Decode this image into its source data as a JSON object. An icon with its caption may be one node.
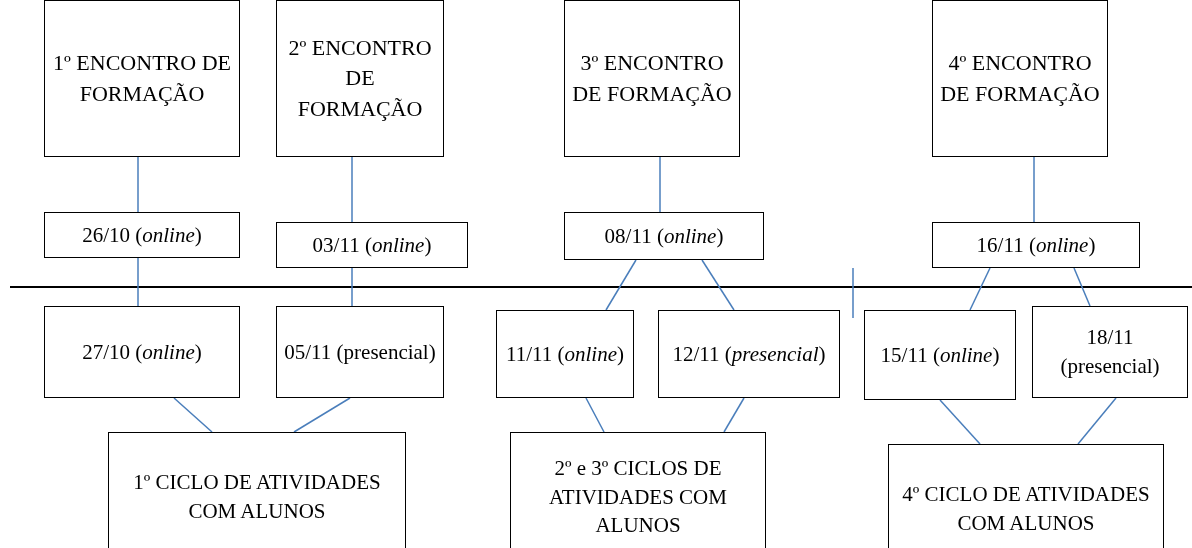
{
  "diagram": {
    "nodes": [
      {
        "text": [
          "1º ENCONTRO DE FORMAÇÃO"
        ]
      },
      {
        "text": [
          "2º ENCONTRO DE FORMAÇÃO"
        ]
      },
      {
        "text": [
          "3º ENCONTRO DE FORMAÇÃO"
        ]
      },
      {
        "text": [
          "4º ENCONTRO DE FORMAÇÃO"
        ]
      },
      {
        "text": [
          "26/10 (*online*)"
        ]
      },
      {
        "text": [
          "03/11 (*online*)"
        ]
      },
      {
        "text": [
          "08/11 (*online*)"
        ]
      },
      {
        "text": [
          "16/11 (*online*)"
        ]
      },
      {
        "text": [
          "27/10 (*online*)"
        ]
      },
      {
        "text": [
          "05/11 (presencial)"
        ]
      },
      {
        "text": [
          "11/11 (*online*)"
        ]
      },
      {
        "text": [
          "12/11 (*presencial*)"
        ]
      },
      {
        "text": [
          "15/11 (*online*)"
        ]
      },
      {
        "text": [
          "18/11 (presencial)"
        ]
      },
      {
        "text": [
          "1º CICLO DE ATIVIDADES COM ALUNOS"
        ]
      },
      {
        "text": [
          "2º e 3º CICLOS DE ATIVIDADES COM ALUNOS"
        ]
      },
      {
        "text": [
          "4º CICLO DE ATIVIDADES COM ALUNOS"
        ]
      }
    ],
    "edges": [
      {
        "from": 0,
        "to": 4,
        "arrow": "none"
      },
      {
        "from": 1,
        "to": 5,
        "arrow": "none"
      },
      {
        "from": 2,
        "to": 6,
        "arrow": "none"
      },
      {
        "from": 3,
        "to": 7,
        "arrow": "none"
      },
      {
        "from": 4,
        "to": 8,
        "arrow": "none"
      },
      {
        "from": 5,
        "to": 9,
        "arrow": "none"
      },
      {
        "from": 6,
        "to": 10,
        "arrow": "none"
      },
      {
        "from": 6,
        "to": 11,
        "arrow": "none"
      },
      {
        "from": 7,
        "to": 12,
        "arrow": "none"
      },
      {
        "from": 7,
        "to": 13,
        "arrow": "none"
      },
      {
        "from": 8,
        "to": 14,
        "arrow": "none"
      },
      {
        "from": 9,
        "to": 14,
        "arrow": "none"
      },
      {
        "from": 10,
        "to": 15,
        "arrow": "none"
      },
      {
        "from": 11,
        "to": 15,
        "arrow": "none"
      },
      {
        "from": 12,
        "to": 16,
        "arrow": "none"
      },
      {
        "from": 13,
        "to": 16,
        "arrow": "none"
      }
    ]
  }
}
